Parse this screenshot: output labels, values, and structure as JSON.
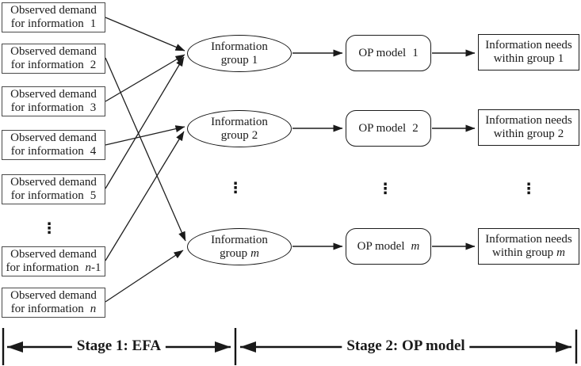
{
  "colors": {
    "ink": "#1a1a1a",
    "background": "#ffffff",
    "left_box_border": "#4a4a4a"
  },
  "diagram": {
    "left_boxes": [
      {
        "line1": "Observed demand",
        "line2": "for information",
        "em": "",
        "num": "1"
      },
      {
        "line1": "Observed demand",
        "line2": "for information",
        "em": "",
        "num": "2"
      },
      {
        "line1": "Observed demand",
        "line2": "for information",
        "em": "",
        "num": "3"
      },
      {
        "line1": "Observed demand",
        "line2": "for information",
        "em": "",
        "num": "4"
      },
      {
        "line1": "Observed demand",
        "line2": "for information",
        "em": "",
        "num": "5"
      },
      {
        "line1": "Observed demand",
        "line2": "for information",
        "em": "n",
        "num": "-1"
      },
      {
        "line1": "Observed demand",
        "line2": "for information",
        "em": "n",
        "num": ""
      }
    ],
    "groups": [
      {
        "line1": "Information",
        "line2": "group",
        "em": "",
        "num": "1"
      },
      {
        "line1": "Information",
        "line2": "group",
        "em": "",
        "num": "2"
      },
      {
        "line1": "Information",
        "line2": "group",
        "em": "m",
        "num": ""
      }
    ],
    "op_models": [
      {
        "text": "OP model",
        "em": "",
        "num": "1"
      },
      {
        "text": "OP model",
        "em": "",
        "num": "2"
      },
      {
        "text": "OP model",
        "em": "m",
        "num": ""
      }
    ],
    "needs": [
      {
        "line1": "Information needs",
        "line2": "within group",
        "em": "",
        "num": "1"
      },
      {
        "line1": "Information needs",
        "line2": "within group",
        "em": "",
        "num": "2"
      },
      {
        "line1": "Information needs",
        "line2": "within group",
        "em": "m",
        "num": ""
      }
    ],
    "ellipsis": "⋮",
    "stage1_label": "Stage 1: EFA",
    "stage2_label": "Stage 2: OP model",
    "connections": {
      "group_1_from": [
        "1",
        "3",
        "5"
      ],
      "group_2_from": [
        "4",
        "n-1"
      ],
      "group_m_from": [
        "2",
        "n"
      ]
    }
  }
}
